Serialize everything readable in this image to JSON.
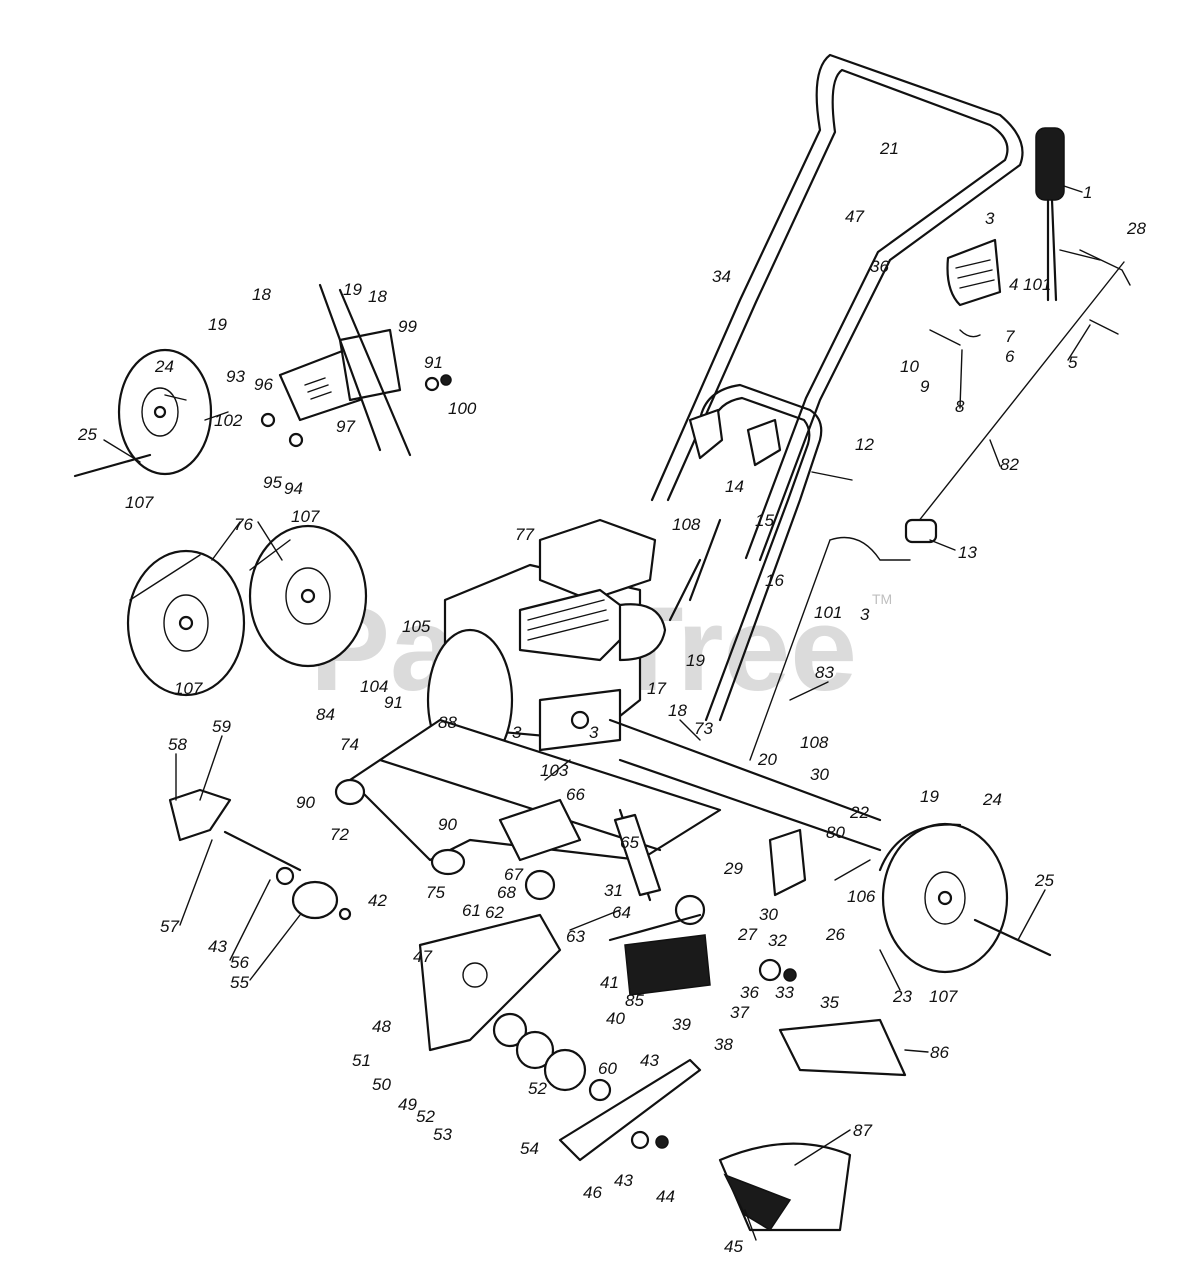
{
  "diagram": {
    "watermark": "PartsTree",
    "watermark_tm": "TM",
    "part_labels": [
      {
        "id": "label-1",
        "text": "1"
      },
      {
        "id": "label-3-handle",
        "text": "3"
      },
      {
        "id": "label-4",
        "text": "4"
      },
      {
        "id": "label-101-handle",
        "text": "101"
      },
      {
        "id": "label-5",
        "text": "5"
      },
      {
        "id": "label-6",
        "text": "6"
      },
      {
        "id": "label-7",
        "text": "7"
      },
      {
        "id": "label-8",
        "text": "8"
      },
      {
        "id": "label-9",
        "text": "9"
      },
      {
        "id": "label-10",
        "text": "10"
      },
      {
        "id": "label-12",
        "text": "12"
      },
      {
        "id": "label-13",
        "text": "13"
      },
      {
        "id": "label-14",
        "text": "14"
      },
      {
        "id": "label-15",
        "text": "15"
      },
      {
        "id": "label-16",
        "text": "16"
      },
      {
        "id": "label-17",
        "text": "17"
      },
      {
        "id": "label-18-top-a",
        "text": "18"
      },
      {
        "id": "label-18-top-b",
        "text": "18"
      },
      {
        "id": "label-18-mid",
        "text": "18"
      },
      {
        "id": "label-19-top-a",
        "text": "19"
      },
      {
        "id": "label-19-top-b",
        "text": "19"
      },
      {
        "id": "label-19-mid",
        "text": "19"
      },
      {
        "id": "label-19-right",
        "text": "19"
      },
      {
        "id": "label-20",
        "text": "20"
      },
      {
        "id": "label-21",
        "text": "21"
      },
      {
        "id": "label-22",
        "text": "22"
      },
      {
        "id": "label-23",
        "text": "23"
      },
      {
        "id": "label-24-left",
        "text": "24"
      },
      {
        "id": "label-24-right",
        "text": "24"
      },
      {
        "id": "label-25-left",
        "text": "25"
      },
      {
        "id": "label-25-right",
        "text": "25"
      },
      {
        "id": "label-26",
        "text": "26"
      },
      {
        "id": "label-27",
        "text": "27"
      },
      {
        "id": "label-28",
        "text": "28"
      },
      {
        "id": "label-29",
        "text": "29"
      },
      {
        "id": "label-30-a",
        "text": "30"
      },
      {
        "id": "label-30-b",
        "text": "30"
      },
      {
        "id": "label-31",
        "text": "31"
      },
      {
        "id": "label-32",
        "text": "32"
      },
      {
        "id": "label-33",
        "text": "33"
      },
      {
        "id": "label-34",
        "text": "34"
      },
      {
        "id": "label-35",
        "text": "35"
      },
      {
        "id": "label-36-handle",
        "text": "36"
      },
      {
        "id": "label-36-gear",
        "text": "36"
      },
      {
        "id": "label-37",
        "text": "37"
      },
      {
        "id": "label-38",
        "text": "38"
      },
      {
        "id": "label-39",
        "text": "39"
      },
      {
        "id": "label-40",
        "text": "40"
      },
      {
        "id": "label-41",
        "text": "41"
      },
      {
        "id": "label-42",
        "text": "42"
      },
      {
        "id": "label-43-left",
        "text": "43"
      },
      {
        "id": "label-43-top",
        "text": "43"
      },
      {
        "id": "label-43-bottom",
        "text": "43"
      },
      {
        "id": "label-44",
        "text": "44"
      },
      {
        "id": "label-45",
        "text": "45"
      },
      {
        "id": "label-46",
        "text": "46"
      },
      {
        "id": "label-47-handle",
        "text": "47"
      },
      {
        "id": "label-47-plate",
        "text": "47"
      },
      {
        "id": "label-48",
        "text": "48"
      },
      {
        "id": "label-49",
        "text": "49"
      },
      {
        "id": "label-50",
        "text": "50"
      },
      {
        "id": "label-51",
        "text": "51"
      },
      {
        "id": "label-52-a",
        "text": "52"
      },
      {
        "id": "label-52-b",
        "text": "52"
      },
      {
        "id": "label-53",
        "text": "53"
      },
      {
        "id": "label-54",
        "text": "54"
      },
      {
        "id": "label-55",
        "text": "55"
      },
      {
        "id": "label-56",
        "text": "56"
      },
      {
        "id": "label-57",
        "text": "57"
      },
      {
        "id": "label-58",
        "text": "58"
      },
      {
        "id": "label-59",
        "text": "59"
      },
      {
        "id": "label-60",
        "text": "60"
      },
      {
        "id": "label-61",
        "text": "61"
      },
      {
        "id": "label-62",
        "text": "62"
      },
      {
        "id": "label-63",
        "text": "63"
      },
      {
        "id": "label-64",
        "text": "64"
      },
      {
        "id": "label-65",
        "text": "65"
      },
      {
        "id": "label-66",
        "text": "66"
      },
      {
        "id": "label-67",
        "text": "67"
      },
      {
        "id": "label-68",
        "text": "68"
      },
      {
        "id": "label-72",
        "text": "72"
      },
      {
        "id": "label-73",
        "text": "73"
      },
      {
        "id": "label-74",
        "text": "74"
      },
      {
        "id": "label-75",
        "text": "75"
      },
      {
        "id": "label-76",
        "text": "76"
      },
      {
        "id": "label-77",
        "text": "77"
      },
      {
        "id": "label-80",
        "text": "80"
      },
      {
        "id": "label-82",
        "text": "82"
      },
      {
        "id": "label-83",
        "text": "83"
      },
      {
        "id": "label-84",
        "text": "84"
      },
      {
        "id": "label-85",
        "text": "85"
      },
      {
        "id": "label-86",
        "text": "86"
      },
      {
        "id": "label-87",
        "text": "87"
      },
      {
        "id": "label-88",
        "text": "88"
      },
      {
        "id": "label-90-a",
        "text": "90"
      },
      {
        "id": "label-90-b",
        "text": "90"
      },
      {
        "id": "label-91-top",
        "text": "91"
      },
      {
        "id": "label-91-mid",
        "text": "91"
      },
      {
        "id": "label-93",
        "text": "93"
      },
      {
        "id": "label-94",
        "text": "94"
      },
      {
        "id": "label-95",
        "text": "95"
      },
      {
        "id": "label-96",
        "text": "96"
      },
      {
        "id": "label-97",
        "text": "97"
      },
      {
        "id": "label-99",
        "text": "99"
      },
      {
        "id": "label-100",
        "text": "100"
      },
      {
        "id": "label-101-mid",
        "text": "101"
      },
      {
        "id": "label-102",
        "text": "102"
      },
      {
        "id": "label-103",
        "text": "103"
      },
      {
        "id": "label-104",
        "text": "104"
      },
      {
        "id": "label-105",
        "text": "105"
      },
      {
        "id": "label-106",
        "text": "106"
      },
      {
        "id": "label-107-a",
        "text": "107"
      },
      {
        "id": "label-107-b",
        "text": "107"
      },
      {
        "id": "label-107-c",
        "text": "107"
      },
      {
        "id": "label-107-d",
        "text": "107"
      },
      {
        "id": "label-108-a",
        "text": "108"
      },
      {
        "id": "label-108-b",
        "text": "108"
      },
      {
        "id": "label-3-mid",
        "text": "3"
      },
      {
        "id": "label-3-engine",
        "text": "3"
      },
      {
        "id": "label-3-right",
        "text": "3"
      }
    ]
  }
}
